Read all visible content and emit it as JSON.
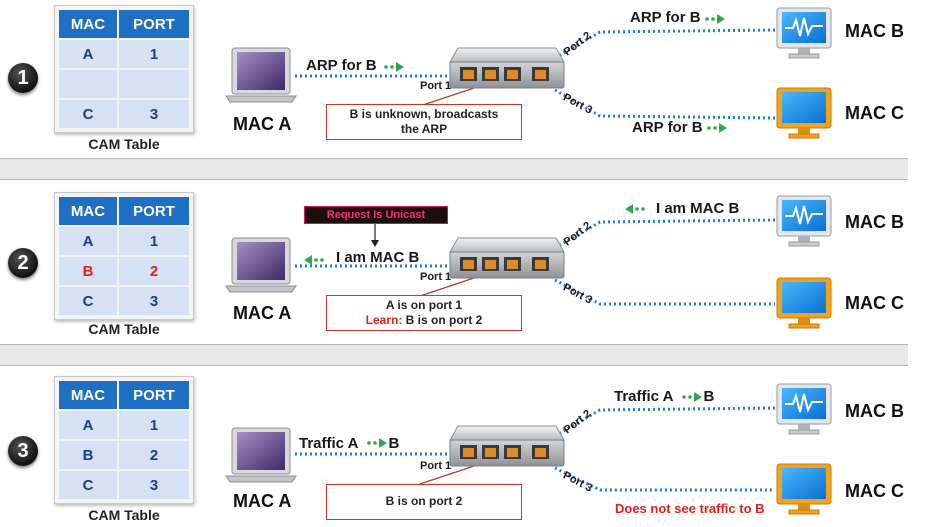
{
  "colors": {
    "link": "#1e7fd6",
    "arrow": "#2fa84f",
    "callout_border": "#c0392b",
    "cam_header": "#1f6fc4",
    "learned": "#e0221e"
  },
  "cam_headers": {
    "mac": "MAC",
    "port": "PORT"
  },
  "cam_label": "CAM Table",
  "host_a": "MAC A",
  "host_b": "MAC B",
  "host_c": "MAC C",
  "ports": {
    "p1": "Port 1",
    "p2": "Port 2",
    "p3": "Port 3"
  },
  "panels": [
    {
      "step": "1",
      "rows": [
        {
          "mac": "A",
          "port": "1"
        },
        {
          "mac": "",
          "port": ""
        },
        {
          "mac": "C",
          "port": "3"
        }
      ],
      "left_msg": "ARP for B",
      "top_msg": "ARP for B",
      "bottom_msg": "ARP for B",
      "callout": {
        "line1": "B is unknown, broadcasts",
        "line2": "the ARP"
      }
    },
    {
      "step": "2",
      "rows": [
        {
          "mac": "A",
          "port": "1"
        },
        {
          "mac": "B",
          "port": "2",
          "learned": true
        },
        {
          "mac": "C",
          "port": "3"
        }
      ],
      "left_msg": "I am MAC B",
      "top_msg": "I am MAC B",
      "note": "Request Is Unicast",
      "callout": {
        "line1": "A is on port 1",
        "learn_label": "Learn:",
        "line2": "B is on port 2"
      }
    },
    {
      "step": "3",
      "rows": [
        {
          "mac": "A",
          "port": "1"
        },
        {
          "mac": "B",
          "port": "2"
        },
        {
          "mac": "C",
          "port": "3"
        }
      ],
      "left_msg_a": "Traffic A",
      "left_msg_b": "B",
      "top_msg_a": "Traffic A",
      "top_msg_b": "B",
      "bottom_msg": "Does not see traffic to B",
      "callout": {
        "line1": "B is on port 2"
      }
    }
  ]
}
